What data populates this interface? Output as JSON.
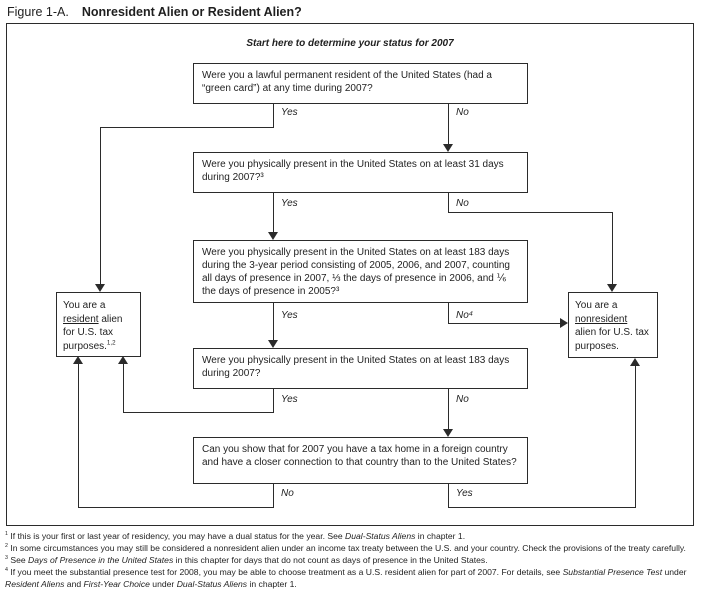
{
  "title": {
    "prefix": "Figure 1-A.",
    "heading": "Nonresident Alien or Resident Alien?"
  },
  "start_label": "Start here to determine your status for 2007",
  "questions": [
    {
      "text": "Were you a lawful permanent resident of the United States (had a “green card”) at any time during 2007?"
    },
    {
      "text": "Were you physically present in the United States on at least 31 days during 2007?³"
    },
    {
      "text": "Were you physically present in the United States on at least 183 days during the 3-year period consisting of 2005, 2006, and 2007, counting all days of presence in 2007, ⅓ the days of presence in 2006, and ⅙ the days of presence in 2005?³"
    },
    {
      "text": "Were you physically present in the United States on at least 183 days during 2007?"
    },
    {
      "text": "Can you show that for 2007 you have a tax home in a foreign country and have a closer connection to that country than to the United States?"
    }
  ],
  "results": {
    "resident": {
      "segments": [
        {
          "t": "You are a "
        },
        {
          "t": "resident",
          "u": true
        },
        {
          "t": " alien for U.S. tax purposes."
        },
        {
          "t": "1,2",
          "sup": true
        }
      ]
    },
    "nonresident": {
      "segments": [
        {
          "t": "You are a "
        },
        {
          "t": "nonresident",
          "u": true
        },
        {
          "t": " alien for U.S. tax purposes."
        }
      ]
    }
  },
  "edge_labels": {
    "q1_yes": "Yes",
    "q1_no": "No",
    "q2_yes": "Yes",
    "q2_no": "No",
    "q3_yes": "Yes",
    "q3_no": "No⁴",
    "q4_yes": "Yes",
    "q4_no": "No",
    "q5_no": "No",
    "q5_yes": "Yes"
  },
  "footnotes": [
    {
      "segments": [
        {
          "t": "1",
          "sup": true
        },
        {
          "t": " If this is your first or last year of residency, you may have a dual status for the year. See "
        },
        {
          "t": "Dual-Status Aliens",
          "i": true
        },
        {
          "t": " in chapter 1."
        }
      ]
    },
    {
      "segments": [
        {
          "t": "2",
          "sup": true
        },
        {
          "t": " In some circumstances you may still be considered a nonresident alien under an income tax treaty between the U.S. and your country. Check the provisions of the treaty carefully."
        }
      ]
    },
    {
      "segments": [
        {
          "t": "3",
          "sup": true
        },
        {
          "t": " See "
        },
        {
          "t": "Days of Presence in the United States",
          "i": true
        },
        {
          "t": " in this chapter for days that do not count as days of presence in the United States."
        }
      ]
    },
    {
      "segments": [
        {
          "t": "4",
          "sup": true
        },
        {
          "t": " If you meet the substantial presence test for 2008, you may be able to choose treatment as a U.S. resident alien for part of 2007. For details, see "
        },
        {
          "t": "Substantial Presence Test",
          "i": true
        },
        {
          "t": " under "
        },
        {
          "t": "Resident Aliens",
          "i": true
        },
        {
          "t": " and "
        },
        {
          "t": "First-Year Choice",
          "i": true
        },
        {
          "t": " under "
        },
        {
          "t": "Dual-Status Aliens",
          "i": true
        },
        {
          "t": " in chapter 1."
        }
      ]
    }
  ],
  "colors": {
    "ink": "#1f1f1f",
    "line": "#2b2b2b",
    "background": "#ffffff"
  }
}
